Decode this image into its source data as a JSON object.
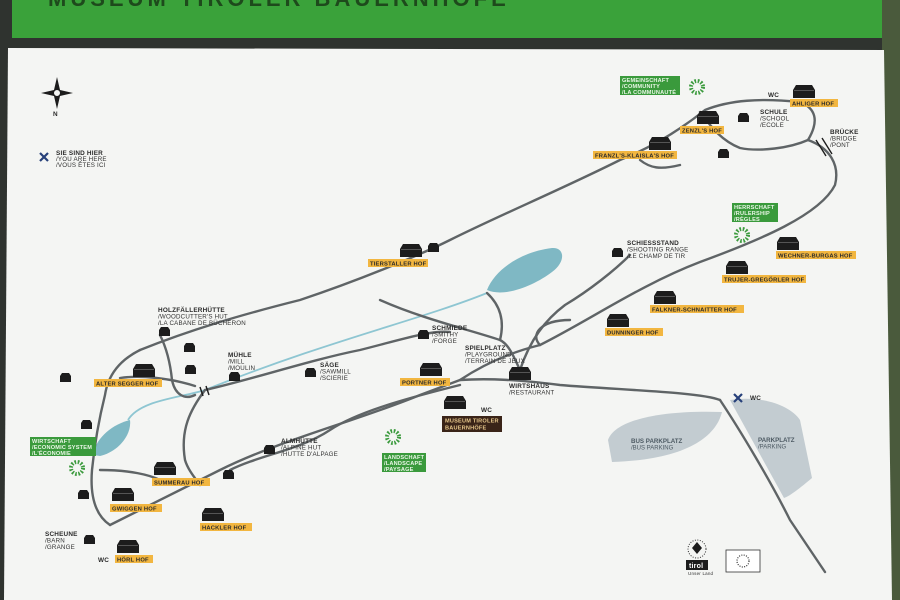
{
  "header": {
    "title": "MUSEUM TIROLER BAUERNHÖFE"
  },
  "compass": {
    "label": "N",
    "icon": "compass-rose-icon"
  },
  "legend": {
    "line1": "SIE SIND HIER",
    "line2": "/YOU ARE HERE",
    "line3": "/VOUS ÊTES ICI",
    "marker_icon": "you-are-here-x-icon"
  },
  "farms": {
    "ahliger": "AHLIGER HOF",
    "zenzl": "ZENZL'S HOF",
    "franzl": "FRANZL'S-KLAISLA'S HOF",
    "tierstaller": "TIERSTALLER HOF",
    "wechner": "WECHNER-BURGAS HOF",
    "trujer": "TRUJER-GREGÖRLER HOF",
    "falkner": "FALKNER-SCHNAITTER HOF",
    "dunninger": "DUNNINGER HOF",
    "alter_segger": "ALTER SEGGER HOF",
    "portner": "PORTNER HOF",
    "summerau": "SUMMERAU HOF",
    "gwiggen": "GWIGGEN HOF",
    "hackler": "HACKLER HOF",
    "horl": "HÖRL HOF"
  },
  "places": {
    "schule": {
      "title": "SCHULE",
      "l2": "/SCHOOL",
      "l3": "/ECOLE"
    },
    "bruecke": {
      "title": "BRÜCKE",
      "l2": "/BRIDGE",
      "l3": "/PONT"
    },
    "schiessstand": {
      "title": "SCHIESSSTAND",
      "l2": "/SHOOTING RANGE",
      "l3": "/LE CHAMP DE TIR"
    },
    "holzfaeller": {
      "title": "HOLZFÄLLERHÜTTE",
      "l2": "/WOODCUTTER'S HUT",
      "l3": "/LA CABANE DE BÜCHERON"
    },
    "muehle": {
      "title": "MÜHLE",
      "l2": "/MILL",
      "l3": "/MOULIN"
    },
    "saege": {
      "title": "SÄGE",
      "l2": "/SAWMILL",
      "l3": "/SCIERIE"
    },
    "schmiede": {
      "title": "SCHMIEDE",
      "l2": "/SMITHY",
      "l3": "/FORGE"
    },
    "spielplatz": {
      "title": "SPIELPLATZ",
      "l2": "/PLAYGROUND",
      "l3": "/TERRAIN DE JEUX"
    },
    "wirtshaus": {
      "title": "WIRTSHAUS",
      "l2": "/RESTAURANT"
    },
    "almhuette": {
      "title": "ALMHÜTTE",
      "l2": "/ALPINE HUT",
      "l3": "/HUTTE D'ALPAGE"
    },
    "scheune": {
      "title": "SCHEUNE",
      "l2": "/BARN",
      "l3": "/GRANGE"
    },
    "bus": {
      "title": "BUS PARKPLATZ",
      "l2": "/BUS PARKING"
    },
    "parkplatz": {
      "title": "PARKPLATZ",
      "l2": "/PARKING"
    }
  },
  "green_tags": {
    "gemeinschaft": {
      "l1": "GEMEINSCHAFT",
      "l2": "/COMMUNITY",
      "l3": "/LA COMMUNAUTÉ"
    },
    "herrschaft": {
      "l1": "HERRSCHAFT",
      "l2": "/RULERSHIP",
      "l3": "/RÈGLES"
    },
    "wirtschaft": {
      "l1": "WIRTSCHAFT",
      "l2": "/ECONOMIC SYSTEM",
      "l3": "/L'ÉCONOMIE"
    },
    "landschaft": {
      "l1": "LANDSCHAFT",
      "l2": "/LANDSCAPE",
      "l3": "/PAYSAGE"
    }
  },
  "museum_tag": {
    "l1": "MUSEUM TIROLER",
    "l2": "BAUERNHÖFE"
  },
  "wc": "WC",
  "logos": {
    "tirol": "tirol",
    "tirol_sub": "Unser Land"
  },
  "colors": {
    "sign_bg": "#f4f5f3",
    "path": "#5f6466",
    "stream": "#8ec6d2",
    "pond": "#7fb8c4",
    "farm_tag": "#f2b640",
    "green_tag": "#3a9a3c",
    "museum_tag": "#3a2418",
    "marker": "#27407a",
    "parking": "#c3ccd1",
    "header_bg": "#3aa23a"
  }
}
